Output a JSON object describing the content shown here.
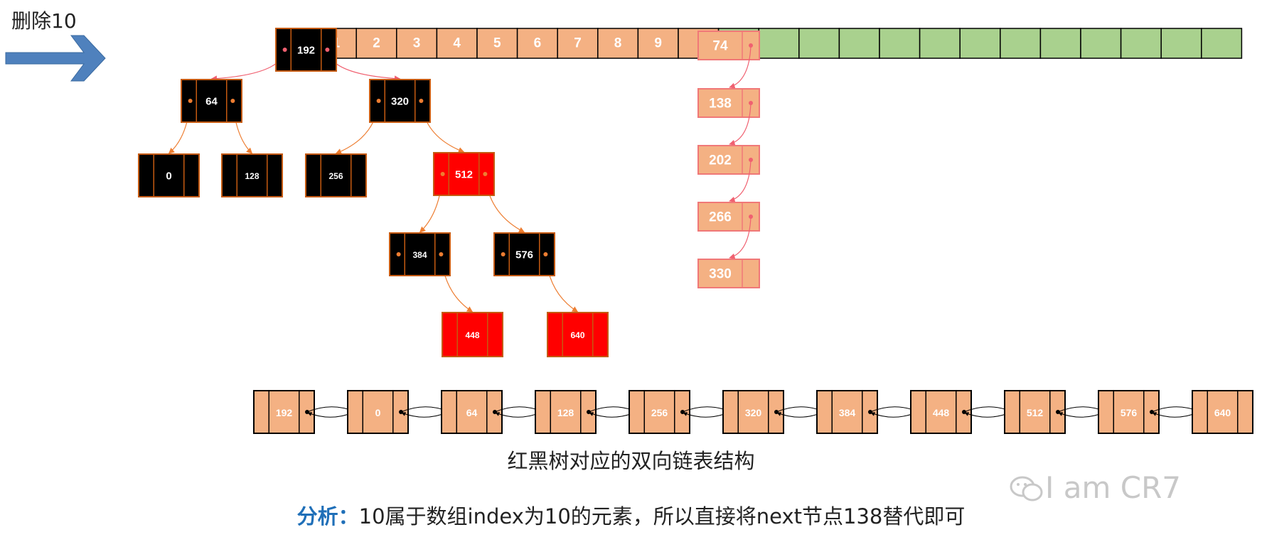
{
  "heading": "删除10",
  "array_slots": [
    {
      "label": "",
      "color": "#000000",
      "kind": "tree"
    },
    {
      "label": "1",
      "color": "#f4b183"
    },
    {
      "label": "2",
      "color": "#f4b183"
    },
    {
      "label": "3",
      "color": "#f4b183"
    },
    {
      "label": "4",
      "color": "#f4b183"
    },
    {
      "label": "5",
      "color": "#f4b183"
    },
    {
      "label": "6",
      "color": "#f4b183"
    },
    {
      "label": "7",
      "color": "#f4b183"
    },
    {
      "label": "8",
      "color": "#f4b183"
    },
    {
      "label": "9",
      "color": "#f4b183"
    },
    {
      "label": "",
      "color": "#f4b183",
      "kind": "chain"
    },
    {
      "label": "",
      "color": "#a9d18e"
    },
    {
      "label": "",
      "color": "#a9d18e"
    },
    {
      "label": "",
      "color": "#a9d18e"
    },
    {
      "label": "",
      "color": "#a9d18e"
    },
    {
      "label": "",
      "color": "#a9d18e"
    },
    {
      "label": "",
      "color": "#a9d18e"
    },
    {
      "label": "",
      "color": "#a9d18e"
    },
    {
      "label": "",
      "color": "#a9d18e"
    },
    {
      "label": "",
      "color": "#a9d18e"
    },
    {
      "label": "",
      "color": "#a9d18e"
    },
    {
      "label": "",
      "color": "#a9d18e"
    },
    {
      "label": "",
      "color": "#a9d18e"
    },
    {
      "label": "",
      "color": "#a9d18e"
    }
  ],
  "tree_nodes": [
    {
      "id": "n192",
      "label": "192",
      "color": "black"
    },
    {
      "id": "n64",
      "label": "64",
      "color": "black"
    },
    {
      "id": "n320",
      "label": "320",
      "color": "black"
    },
    {
      "id": "n0",
      "label": "0",
      "color": "black"
    },
    {
      "id": "n128",
      "label": "128",
      "color": "black"
    },
    {
      "id": "n256",
      "label": "256",
      "color": "black"
    },
    {
      "id": "n512",
      "label": "512",
      "color": "red"
    },
    {
      "id": "n384",
      "label": "384",
      "color": "black"
    },
    {
      "id": "n576",
      "label": "576",
      "color": "black"
    },
    {
      "id": "n448",
      "label": "448",
      "color": "red"
    },
    {
      "id": "n640",
      "label": "640",
      "color": "red"
    }
  ],
  "tree_edges": [
    [
      "n192",
      "n64"
    ],
    [
      "n192",
      "n320"
    ],
    [
      "n64",
      "n0"
    ],
    [
      "n64",
      "n128"
    ],
    [
      "n320",
      "n256"
    ],
    [
      "n320",
      "n512"
    ],
    [
      "n512",
      "n384"
    ],
    [
      "n512",
      "n576"
    ],
    [
      "n384",
      "n448"
    ],
    [
      "n576",
      "n640"
    ]
  ],
  "chain_nodes": [
    "74",
    "138",
    "202",
    "266",
    "330"
  ],
  "linked_list": [
    "192",
    "0",
    "64",
    "128",
    "256",
    "320",
    "384",
    "448",
    "512",
    "576",
    "640"
  ],
  "caption": "红黑树对应的双向链表结构",
  "analysis_prefix": "分析：",
  "analysis_text": "10属于数组index为10的元素，所以直接将next节点138替代即可",
  "watermark": "I am CR7",
  "colors": {
    "black_node": "#000000",
    "red_node": "#ff0000",
    "salmon": "#f4b183",
    "green": "#a9d18e",
    "border_orange": "#c55a11",
    "chain_border": "#f07878",
    "arrow_blue": "#4f81bd",
    "caption_blue": "#1f6fb8"
  }
}
